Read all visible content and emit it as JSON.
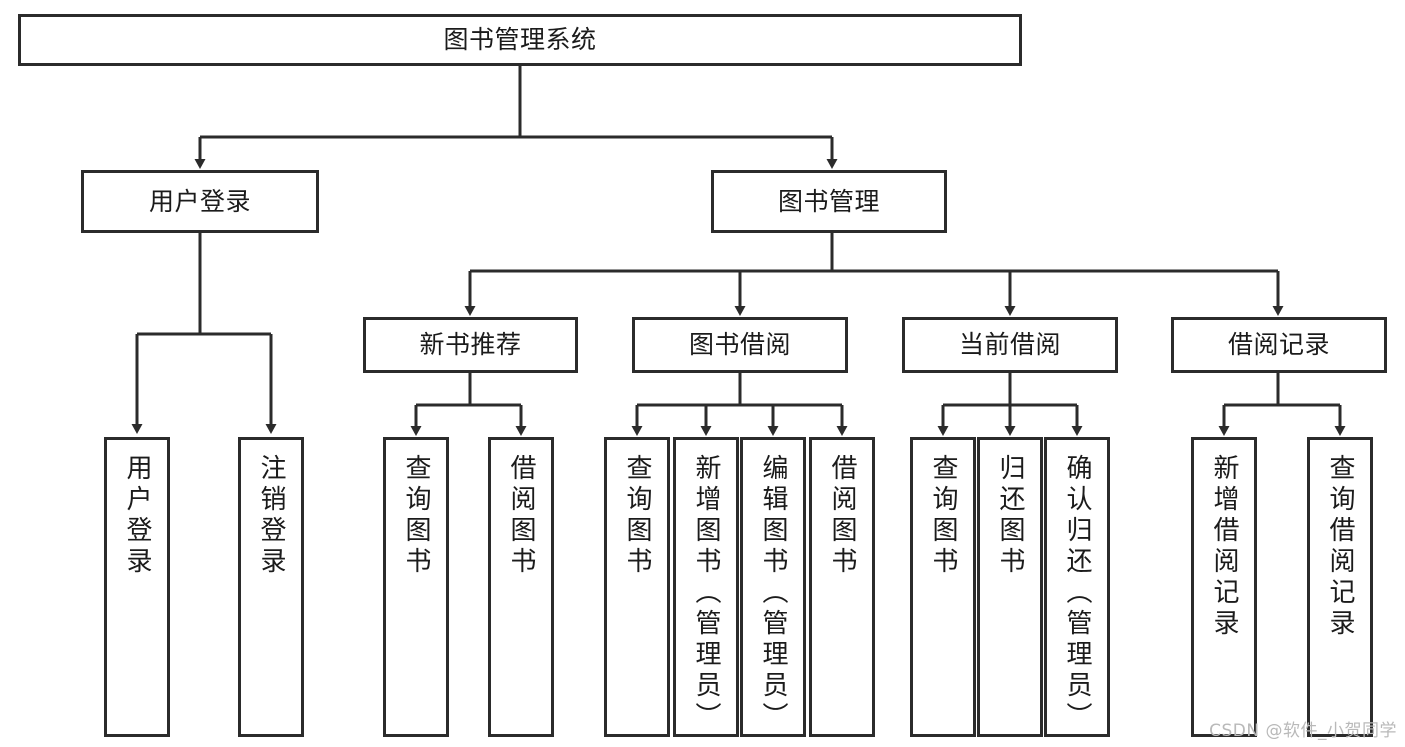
{
  "diagram": {
    "title": "图书管理系统",
    "watermark": "CSDN @软件_小贺同学",
    "colors": {
      "stroke": "#2b2b2b",
      "fill": "#ffffff",
      "text": "#1b1b1b",
      "watermark": "#b9b9b9"
    },
    "nodes": {
      "root": "图书管理系统",
      "user_login": "用户登录",
      "book_manage": "图书管理",
      "new_book_rec": "新书推荐",
      "book_borrow": "图书借阅",
      "current_borrow": "当前借阅",
      "borrow_record": "借阅记录",
      "leaf_user_login": "用户登录",
      "leaf_logout": "注销登录",
      "leaf_query_book_1": "查询图书",
      "leaf_borrow_book_1": "借阅图书",
      "leaf_query_book_2": "查询图书",
      "leaf_add_book_admin": "新增图书（管理员）",
      "leaf_edit_book_admin": "编辑图书（管理员）",
      "leaf_borrow_book_2": "借阅图书",
      "leaf_query_book_3": "查询图书",
      "leaf_return_book": "归还图书",
      "leaf_confirm_return_admin": "确认归还（管理员）",
      "leaf_add_borrow_record": "新增借阅记录",
      "leaf_query_borrow_record": "查询借阅记录"
    }
  },
  "chart_data": {
    "type": "table",
    "title": "图书管理系统 功能结构图",
    "tree": {
      "name": "图书管理系统",
      "children": [
        {
          "name": "用户登录",
          "children": [
            {
              "name": "用户登录",
              "children": []
            },
            {
              "name": "注销登录",
              "children": []
            }
          ]
        },
        {
          "name": "图书管理",
          "children": [
            {
              "name": "新书推荐",
              "children": [
                {
                  "name": "查询图书",
                  "children": []
                },
                {
                  "name": "借阅图书",
                  "children": []
                }
              ]
            },
            {
              "name": "图书借阅",
              "children": [
                {
                  "name": "查询图书",
                  "children": []
                },
                {
                  "name": "新增图书（管理员）",
                  "children": []
                },
                {
                  "name": "编辑图书（管理员）",
                  "children": []
                },
                {
                  "name": "借阅图书",
                  "children": []
                }
              ]
            },
            {
              "name": "当前借阅",
              "children": [
                {
                  "name": "查询图书",
                  "children": []
                },
                {
                  "name": "归还图书",
                  "children": []
                },
                {
                  "name": "确认归还（管理员）",
                  "children": []
                }
              ]
            },
            {
              "name": "借阅记录",
              "children": [
                {
                  "name": "新增借阅记录",
                  "children": []
                },
                {
                  "name": "查询借阅记录",
                  "children": []
                }
              ]
            }
          ]
        }
      ]
    }
  }
}
